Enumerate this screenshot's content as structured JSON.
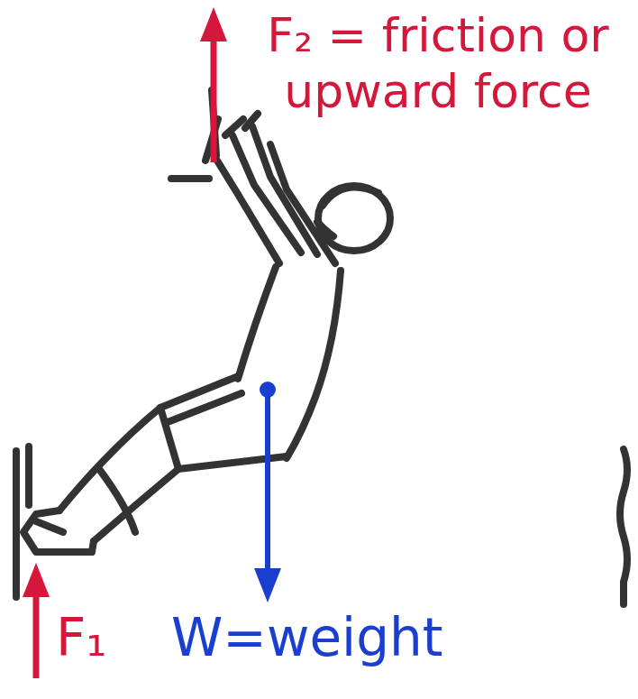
{
  "diagram": {
    "labels": [
      "F₂ = friction or upward force",
      "W=weight",
      "F₁"
    ]
  }
}
